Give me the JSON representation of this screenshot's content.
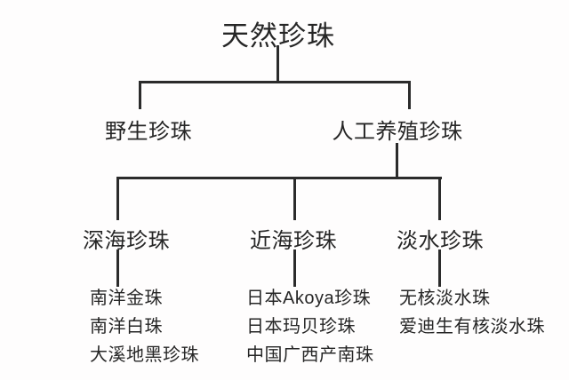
{
  "tree": {
    "root": {
      "label": "天然珍珠"
    },
    "branches": [
      {
        "label": "野生珍珠"
      },
      {
        "label": "人工养殖珍珠"
      }
    ],
    "subbranches": [
      {
        "label": "深海珍珠",
        "children": [
          "南洋金珠",
          "南洋白珠",
          "大溪地黑珍珠"
        ]
      },
      {
        "label": "近海珍珠",
        "children": [
          "日本Akoya珍珠",
          "日本玛贝珍珠",
          "中国广西产南珠"
        ]
      },
      {
        "label": "淡水珍珠",
        "children": [
          "无核淡水珠",
          "爱迪生有核淡水珠"
        ]
      }
    ],
    "colors": {
      "line": "#2b2b2b",
      "text": "#262626",
      "background": "#fefdfd"
    }
  }
}
